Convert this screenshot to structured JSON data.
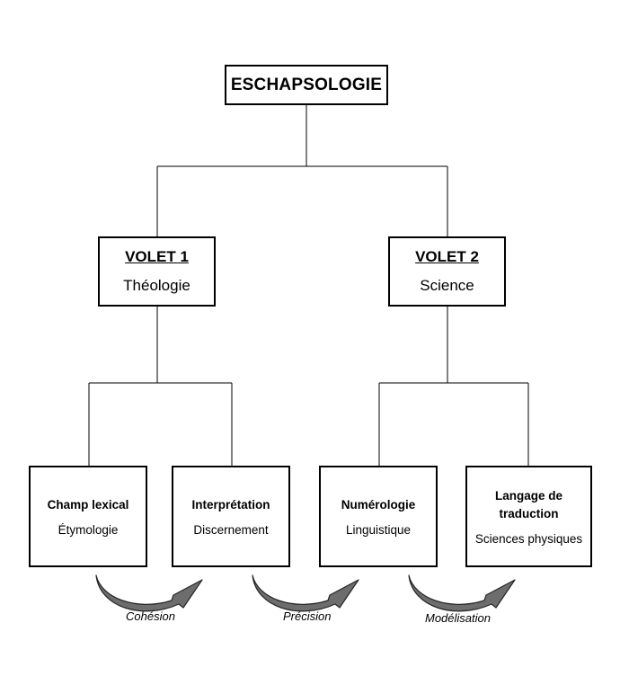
{
  "root": {
    "label": "ESCHAPSOLOGIE"
  },
  "volets": [
    {
      "title": "VOLET 1",
      "subtitle": "Théologie"
    },
    {
      "title": "VOLET 2",
      "subtitle": "Science"
    }
  ],
  "leaves": [
    {
      "title": "Champ lexical",
      "subtitle": "Étymologie"
    },
    {
      "title": "Interprétation",
      "subtitle": "Discernement"
    },
    {
      "title": "Numérologie",
      "subtitle": "Linguistique"
    },
    {
      "title": "Langage de traduction",
      "subtitle": "Sciences physiques"
    }
  ],
  "arrows": [
    {
      "label": "Cohésion"
    },
    {
      "label": "Précision"
    },
    {
      "label": "Modélisation"
    }
  ],
  "colors": {
    "line": "#000000",
    "arrow_fill": "#6d6d6d",
    "arrow_stroke": "#262626"
  }
}
